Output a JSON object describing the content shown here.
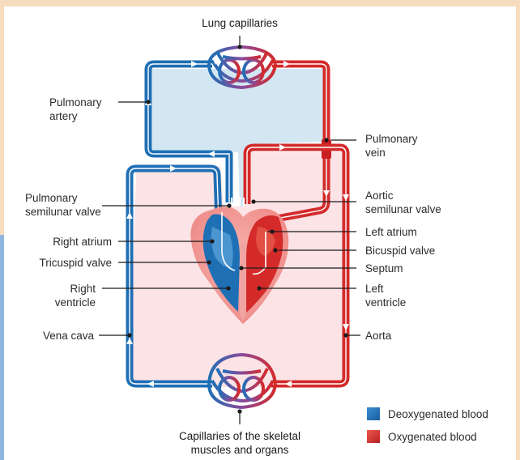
{
  "title": "Lung capillaries",
  "bottom_label": "Capillaries of the skeletal\nmuscles and organs",
  "labels": {
    "pulmonary_artery": "Pulmonary\nartery",
    "pulmonary_vein": "Pulmonary\nvein",
    "pulmonary_semilunar_valve": "Pulmonary\nsemilunar valve",
    "aortic_semilunar_valve": "Aortic\nsemilunar valve",
    "right_atrium": "Right atrium",
    "left_atrium": "Left atrium",
    "bicuspid_valve": "Bicuspid valve",
    "tricuspid_valve": "Tricuspid valve",
    "septum": "Septum",
    "right_ventricle": "Right\nventricle",
    "left_ventricle": "Left\nventricle",
    "vena_cava": "Vena cava",
    "aorta": "Aorta"
  },
  "legend": [
    {
      "label": "Deoxygenated blood",
      "color": "#1f6fb5"
    },
    {
      "label": "Oxygenated blood",
      "color": "#d42a2a"
    }
  ],
  "colors": {
    "deoxygenated": "#1f6fb5",
    "oxygenated": "#d42a2a",
    "lung_fill": "#d3e7f2",
    "body_fill": "#fbe3e6",
    "frame": "#f5c9a3"
  }
}
